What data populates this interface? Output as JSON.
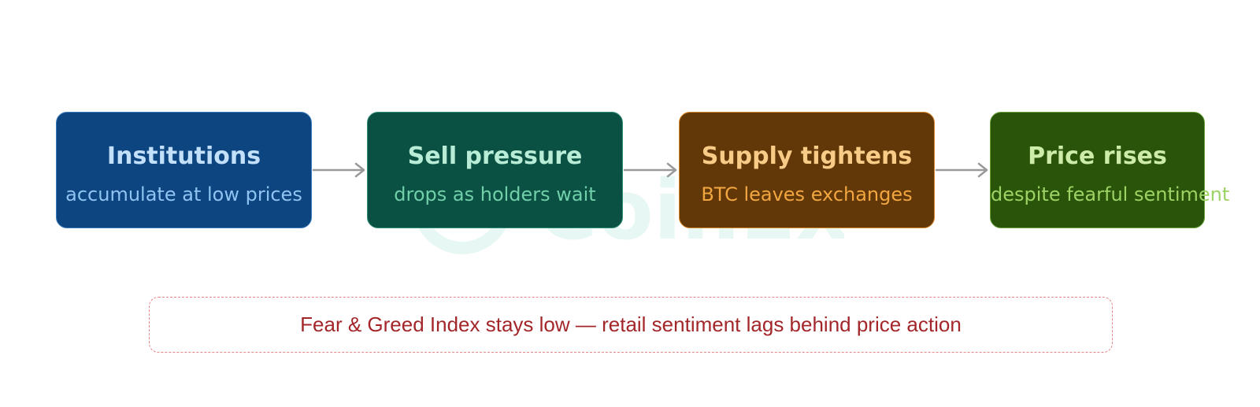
{
  "flow": {
    "nodes": [
      {
        "title": "Institutions",
        "subtitle": "accumulate at low prices"
      },
      {
        "title": "Sell pressure",
        "subtitle": "drops as holders wait"
      },
      {
        "title": "Supply tightens",
        "subtitle": "BTC leaves exchanges"
      },
      {
        "title": "Price rises",
        "subtitle": "despite fearful sentiment"
      }
    ],
    "arrow_color": "#9a9a9a"
  },
  "note": {
    "text": "Fear & Greed Index stays low — retail sentiment lags behind price action"
  },
  "watermark": {
    "brand": "CoinEx",
    "color": "#1cb8a0"
  },
  "colors": {
    "node_fills": [
      "#0d4580",
      "#0a5043",
      "#633809",
      "#295409"
    ],
    "note_text": "#a3272a",
    "note_border": "#e48585"
  }
}
